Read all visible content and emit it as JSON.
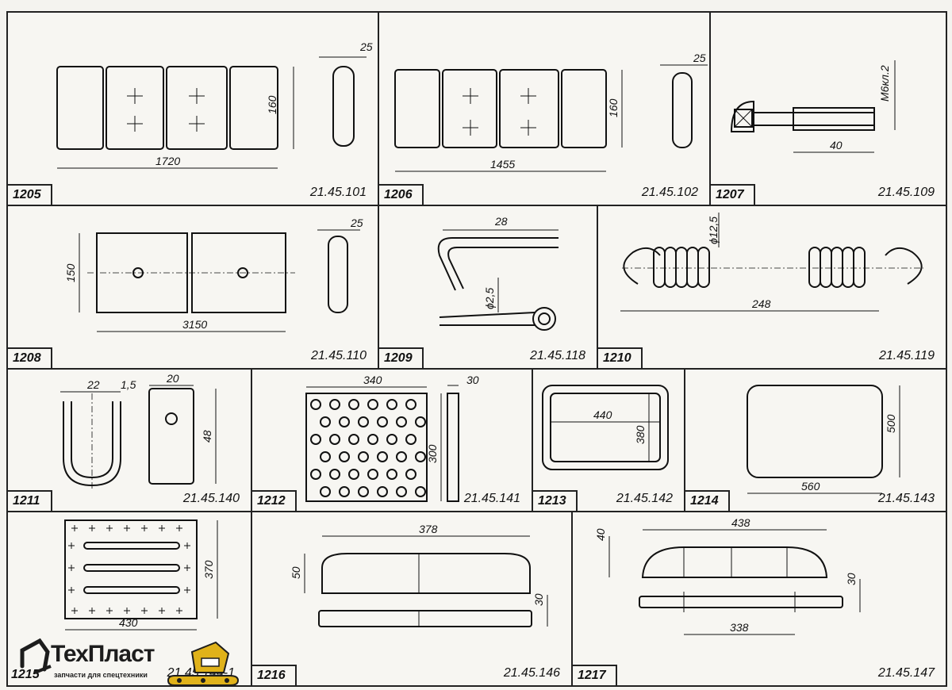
{
  "parts": [
    {
      "id": "1205",
      "code": "21.45.101",
      "dims": [
        "1720",
        "160",
        "25"
      ]
    },
    {
      "id": "1206",
      "code": "21.45.102",
      "dims": [
        "1455",
        "160",
        "25"
      ]
    },
    {
      "id": "1207",
      "code": "21.45.109",
      "dims": [
        "40",
        "М6кл.2"
      ]
    },
    {
      "id": "1208",
      "code": "21.45.110",
      "dims": [
        "3150",
        "150",
        "25"
      ]
    },
    {
      "id": "1209",
      "code": "21.45.118",
      "dims": [
        "28",
        "ϕ2,5"
      ]
    },
    {
      "id": "1210",
      "code": "21.45.119",
      "dims": [
        "248",
        "ϕ12,5"
      ]
    },
    {
      "id": "1211",
      "code": "21.45.140",
      "dims": [
        "22",
        "1,5",
        "20",
        "48"
      ]
    },
    {
      "id": "1212",
      "code": "21.45.141",
      "dims": [
        "340",
        "30",
        "300"
      ]
    },
    {
      "id": "1213",
      "code": "21.45.142",
      "dims": [
        "440",
        "380"
      ]
    },
    {
      "id": "1214",
      "code": "21.45.143",
      "dims": [
        "560",
        "500"
      ]
    },
    {
      "id": "1215",
      "code": "21.45.144-1",
      "dims": [
        "430",
        "370"
      ]
    },
    {
      "id": "1216",
      "code": "21.45.146",
      "dims": [
        "378",
        "50",
        "30"
      ]
    },
    {
      "id": "1217",
      "code": "21.45.147",
      "dims": [
        "438",
        "40",
        "30",
        "338"
      ]
    }
  ],
  "logo": {
    "brand": "ТехПласт",
    "tagline": "запчасти для спецтехники",
    "accent": "#e0b21a"
  },
  "colors": {
    "ink": "#111111",
    "paper": "#f7f6f2"
  }
}
